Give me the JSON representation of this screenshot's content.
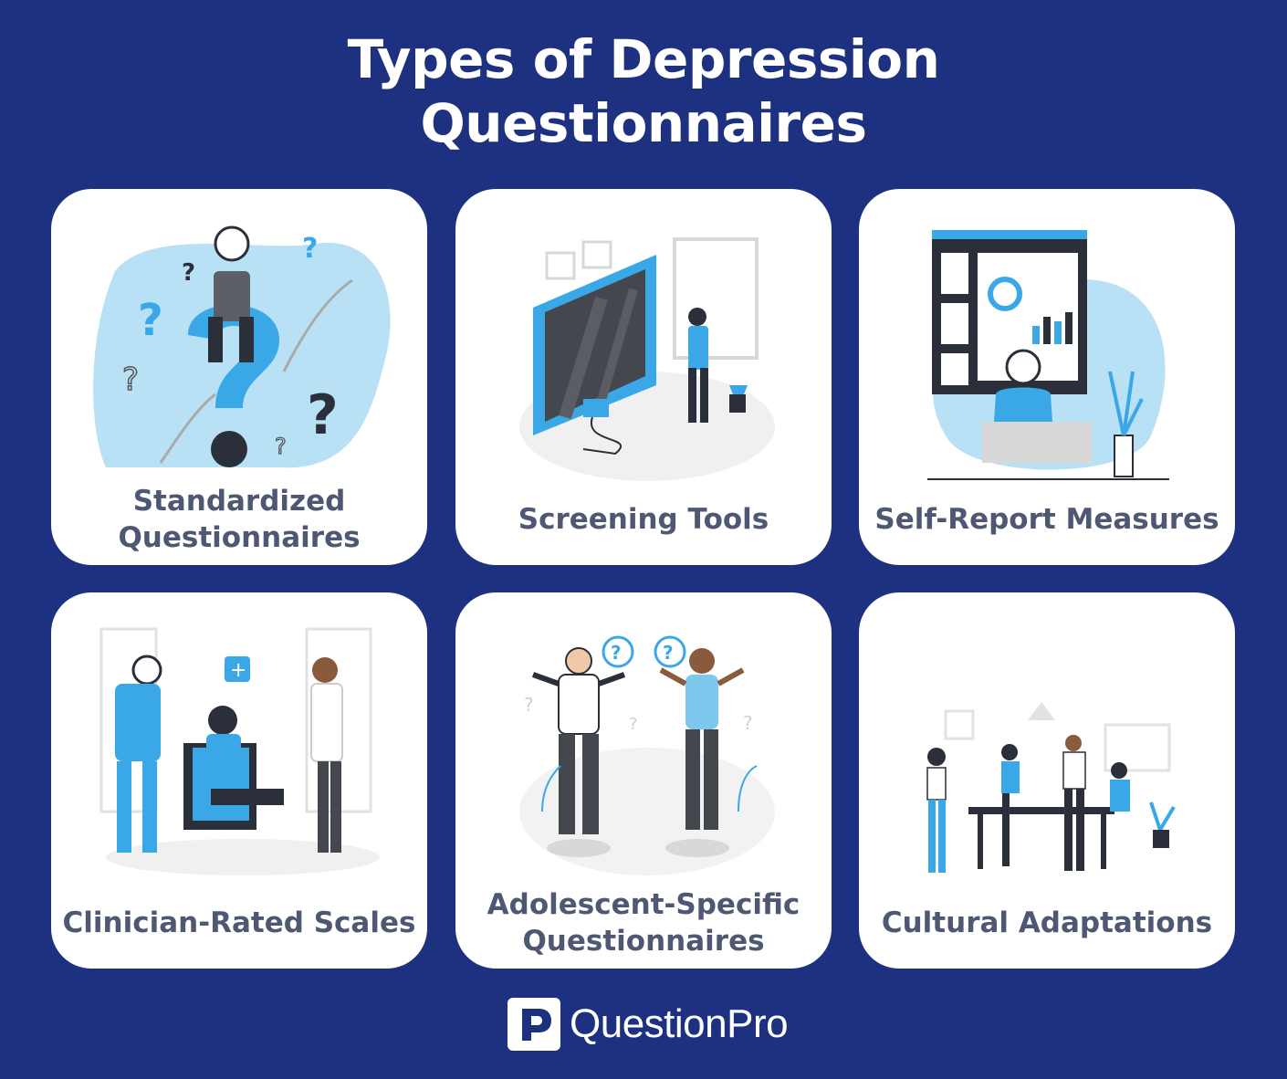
{
  "title": {
    "line1": "Types of Depression",
    "line2": "Questionnaires"
  },
  "cards": [
    {
      "label_line1": "Standardized",
      "label_line2": "Questionnaires",
      "icon": "question-marks-illustration"
    },
    {
      "label": "Screening Tools",
      "icon": "monitor-screening-illustration"
    },
    {
      "label": "Self-Report Measures",
      "icon": "dashboard-report-illustration"
    },
    {
      "label": "Clinician-Rated Scales",
      "icon": "doctor-patient-illustration"
    },
    {
      "label_line1": "Adolescent-Specific",
      "label_line2": "Questionnaires",
      "icon": "teenagers-confused-illustration"
    },
    {
      "label": "Cultural Adaptations",
      "icon": "team-meeting-illustration"
    }
  ],
  "footer": {
    "brand": "QuestionPro"
  },
  "colors": {
    "background": "#1d3180",
    "accent": "#3aa8e6",
    "light_blue": "#b8e1f6",
    "label": "#4e5873"
  }
}
